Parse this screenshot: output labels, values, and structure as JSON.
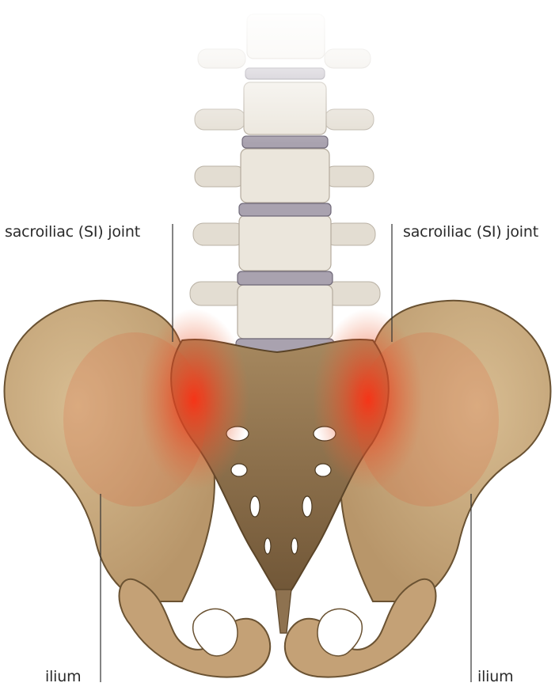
{
  "labels": {
    "si_joint_left": "sacroiliac (SI) joint",
    "si_joint_right": "sacroiliac (SI) joint",
    "ilium_left": "ilium",
    "ilium_right": "ilium"
  },
  "colors": {
    "bone": "#c7a57a",
    "bone_shadow": "#8a6c45",
    "sacrum": "#8e7250",
    "vertebra": "#e6e0d6",
    "disc": "#a7a0ad",
    "inflammation": "#e8301c",
    "leader_line": "#333333"
  }
}
